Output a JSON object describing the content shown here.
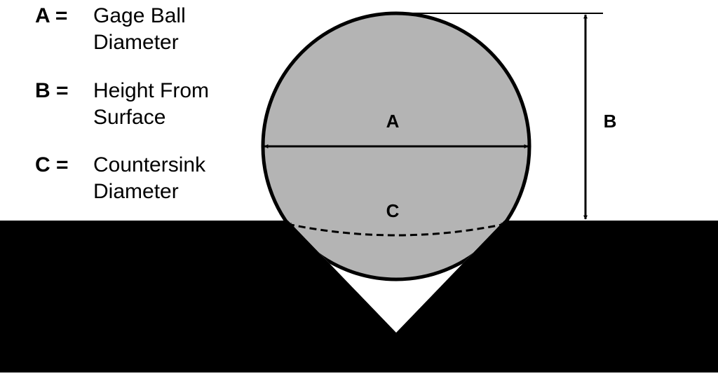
{
  "legend": [
    {
      "key": "A =",
      "line1": "Gage Ball",
      "line2": "Diameter"
    },
    {
      "key": "B =",
      "line1": "Height From",
      "line2": "Surface"
    },
    {
      "key": "C =",
      "line1": "Countersink",
      "line2": "Diameter"
    }
  ],
  "labels": {
    "a": "A",
    "b": "B",
    "c": "C"
  },
  "colors": {
    "ball_fill": "#b4b4b4",
    "surface": "#000000",
    "background": "#ffffff"
  }
}
